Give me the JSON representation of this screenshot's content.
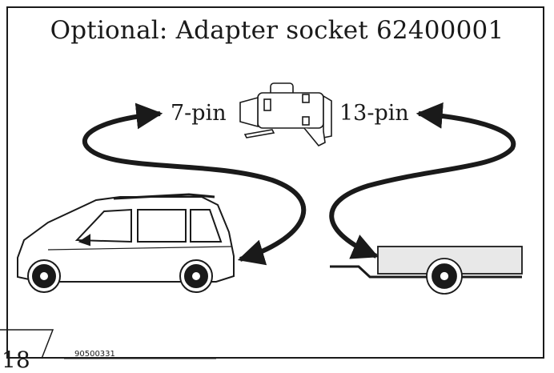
{
  "title": "Optional: Adapter socket 62400001",
  "labels": {
    "left_connector": "7-pin",
    "right_connector": "13-pin"
  },
  "footer": {
    "page_number": "18",
    "reference_code": "90500331"
  },
  "colors": {
    "ink": "#1a1a1a",
    "trailer_body": "#e8e8e8"
  },
  "icons": [
    "adapter-socket-icon",
    "car-icon",
    "trailer-icon",
    "arrow-icon"
  ]
}
